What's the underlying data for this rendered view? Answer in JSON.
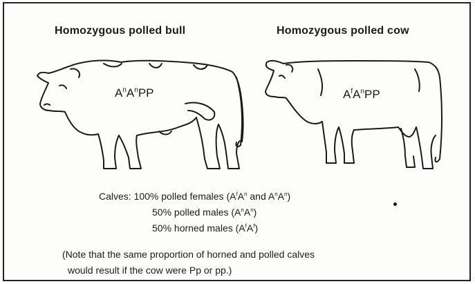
{
  "diagram": {
    "bull": {
      "title": "Homozygous polled bull",
      "genotype": {
        "base": "A",
        "sup": "n",
        "base2": "A",
        "sup2": "n",
        "rest": "PP"
      }
    },
    "cow": {
      "title": "Homozygous polled cow",
      "genotype": {
        "base": "A",
        "sup": "f",
        "base2": "A",
        "sup2": "n",
        "rest": "PP"
      }
    },
    "calves": {
      "label": "Calves:",
      "females": {
        "text": "100% polled females (A",
        "g1_sup": "f",
        "mid1": "A",
        "g2_sup": "n",
        "and": " and A",
        "g3_sup": "n",
        "mid2": "A",
        "g4_sup": "n",
        "end": ")"
      },
      "polled_males": {
        "text": "50% polled males (A",
        "s1": "n",
        "mid": "A",
        "s2": "n",
        "end": ")"
      },
      "horned_males": {
        "text": "50% horned males (A",
        "s1": "f",
        "mid": "A",
        "s2": "f",
        "end": ")"
      }
    },
    "note": {
      "line1": "(Note that the same proportion of horned and polled calves",
      "line2": "would result if the cow were Pp or pp.)"
    }
  },
  "colors": {
    "ink": "#1a1a1a",
    "background": "#fdfdfb"
  }
}
